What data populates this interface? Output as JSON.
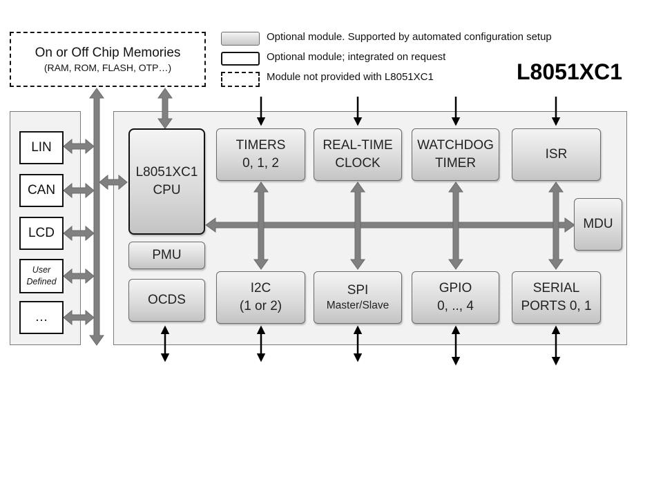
{
  "title": "L8051XC1",
  "legend": [
    {
      "style": "gray",
      "text": "Optional module. Supported by automated configuration setup"
    },
    {
      "style": "bold",
      "text": "Optional module; integrated on request"
    },
    {
      "style": "dashed",
      "text": "Module not provided with L8051XC1"
    }
  ],
  "memories": {
    "line1": "On or Off Chip Memories",
    "line2": "(RAM, ROM, FLASH, OTP…)"
  },
  "external": [
    {
      "label": "LIN"
    },
    {
      "label": "CAN"
    },
    {
      "label": "LCD"
    },
    {
      "label1": "User",
      "label2": "Defined"
    },
    {
      "label": "…"
    }
  ],
  "cpu": {
    "line1": "L8051XC1",
    "line2": "CPU"
  },
  "pmu": "PMU",
  "ocds": "OCDS",
  "mdu": "MDU",
  "top_modules": [
    {
      "line1": "TIMERS",
      "line2": "0, 1, 2"
    },
    {
      "line1": "REAL-TIME",
      "line2": "CLOCK"
    },
    {
      "line1": "WATCHDOG",
      "line2": "TIMER"
    },
    {
      "line1": "ISR",
      "line2": ""
    }
  ],
  "bottom_modules": [
    {
      "line1": "I2C",
      "line2": "(1 or 2)"
    },
    {
      "line1": "SPI",
      "line2": "Master/Slave"
    },
    {
      "line1": "GPIO",
      "line2": "0, .., 4"
    },
    {
      "line1": "SERIAL",
      "line2": "PORTS 0, 1"
    }
  ],
  "colors": {
    "bus": "#808080",
    "panel": "#f2f2f2",
    "module_top": "#f4f4f4",
    "module_bottom": "#c4c4c4"
  }
}
